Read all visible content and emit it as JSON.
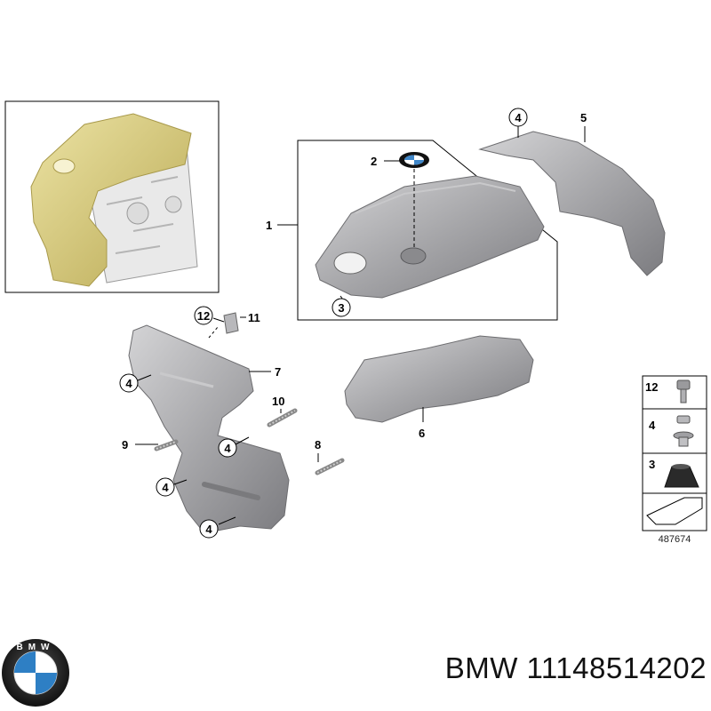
{
  "callouts": {
    "c1": "1",
    "c2": "2",
    "c3": "3",
    "c4a": "4",
    "c5": "5",
    "c6": "6",
    "c7": "7",
    "c8": "8",
    "c9": "9",
    "c10": "10",
    "c11": "11",
    "c12": "12",
    "c4b": "4",
    "c4c": "4",
    "c4d": "4",
    "c4e": "4"
  },
  "legend": {
    "items": [
      "12",
      "4",
      "3"
    ],
    "reference": "487674"
  },
  "footer": {
    "brand": "BMW",
    "part_number": "11148514202",
    "text": "BMW 11148514202"
  },
  "colors": {
    "part_gray": "#a9a9ab",
    "inset_gold": "#d8cc7a",
    "line": "#000000"
  }
}
